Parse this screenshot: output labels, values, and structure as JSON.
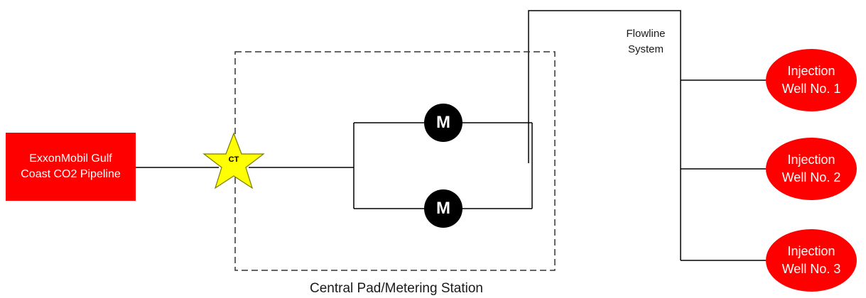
{
  "source": {
    "line1": "ExxonMobil Gulf",
    "line2": "Coast CO2 Pipeline"
  },
  "custody_transfer": {
    "label": "CT"
  },
  "meters": [
    {
      "label": "M"
    },
    {
      "label": "M"
    }
  ],
  "flowline": {
    "line1": "Flowline",
    "line2": "System"
  },
  "station": {
    "label": "Central Pad/Metering Station"
  },
  "wells": [
    {
      "line1": "Injection",
      "line2": "Well No. 1"
    },
    {
      "line1": "Injection",
      "line2": "Well No. 2"
    },
    {
      "line1": "Injection",
      "line2": "Well No. 3"
    }
  ],
  "colors": {
    "source_fill": "#ff0000",
    "well_fill": "#ff0000",
    "meter_fill": "#000000",
    "star_fill": "#ffff00",
    "line": "#000000"
  }
}
